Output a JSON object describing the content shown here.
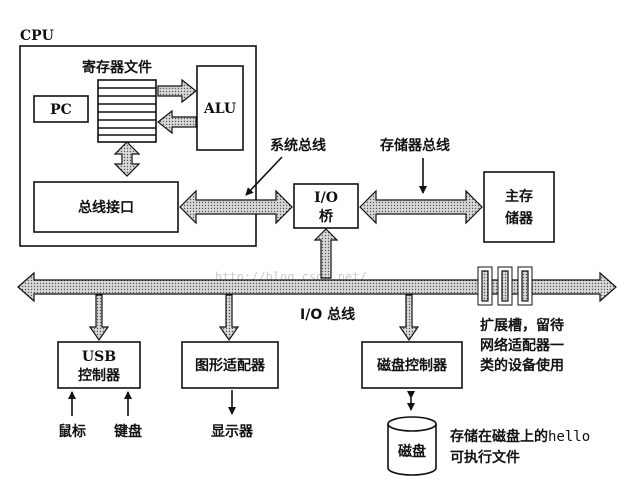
{
  "cpu": {
    "title": "CPU"
  },
  "register_file": {
    "title": "寄存器文件"
  },
  "pc": {
    "label": "PC"
  },
  "alu": {
    "label": "ALU"
  },
  "bus_interface": {
    "label": "总线接口"
  },
  "system_bus": {
    "label": "系统总线"
  },
  "io_bridge": {
    "line1": "I/O",
    "line2": "桥"
  },
  "memory_bus": {
    "label": "存储器总线"
  },
  "main_memory": {
    "line1": "主存",
    "line2": "储器"
  },
  "io_bus": {
    "label": "I/O 总线"
  },
  "expansion_slots": {
    "line1": "扩展槽，留待",
    "line2": "网络适配器一",
    "line3": "类的设备使用"
  },
  "usb_controller": {
    "line1": "USB",
    "line2": "控制器"
  },
  "graphics_adapter": {
    "label": "图形适配器"
  },
  "disk_controller": {
    "label": "磁盘控制器"
  },
  "mouse": {
    "label": "鼠标"
  },
  "keyboard": {
    "label": "键盘"
  },
  "display": {
    "label": "显示器"
  },
  "disk": {
    "label": "磁盘"
  },
  "disk_note": {
    "prefix": "存储在磁盘上的",
    "code": "hello",
    "line2": "可执行文件"
  },
  "watermark": {
    "text": "http://blog.csdn.net/"
  }
}
